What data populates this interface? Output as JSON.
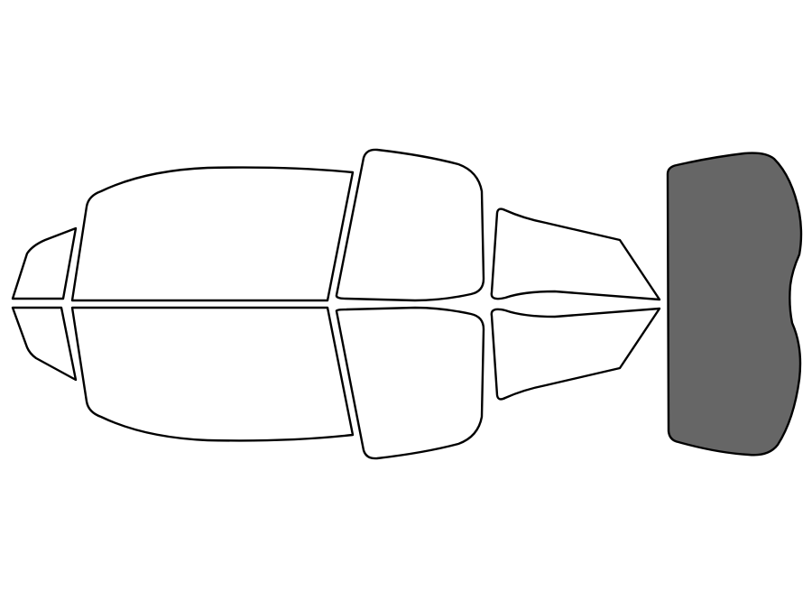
{
  "diagram": {
    "panels": [
      {
        "id": "left-quarter-glass",
        "tinted": false
      },
      {
        "id": "right-quarter-glass",
        "tinted": false
      },
      {
        "id": "left-rear-door-glass",
        "tinted": false
      },
      {
        "id": "right-rear-door-glass",
        "tinted": false
      },
      {
        "id": "left-front-door-glass",
        "tinted": false
      },
      {
        "id": "right-front-door-glass",
        "tinted": false
      },
      {
        "id": "left-vent-glass",
        "tinted": false
      },
      {
        "id": "right-vent-glass",
        "tinted": false
      },
      {
        "id": "rear-windshield",
        "tinted": true
      }
    ],
    "colors": {
      "outline": "#000000",
      "untinted_fill": "#ffffff",
      "tinted_fill": "#666666",
      "background": "#ffffff"
    }
  }
}
